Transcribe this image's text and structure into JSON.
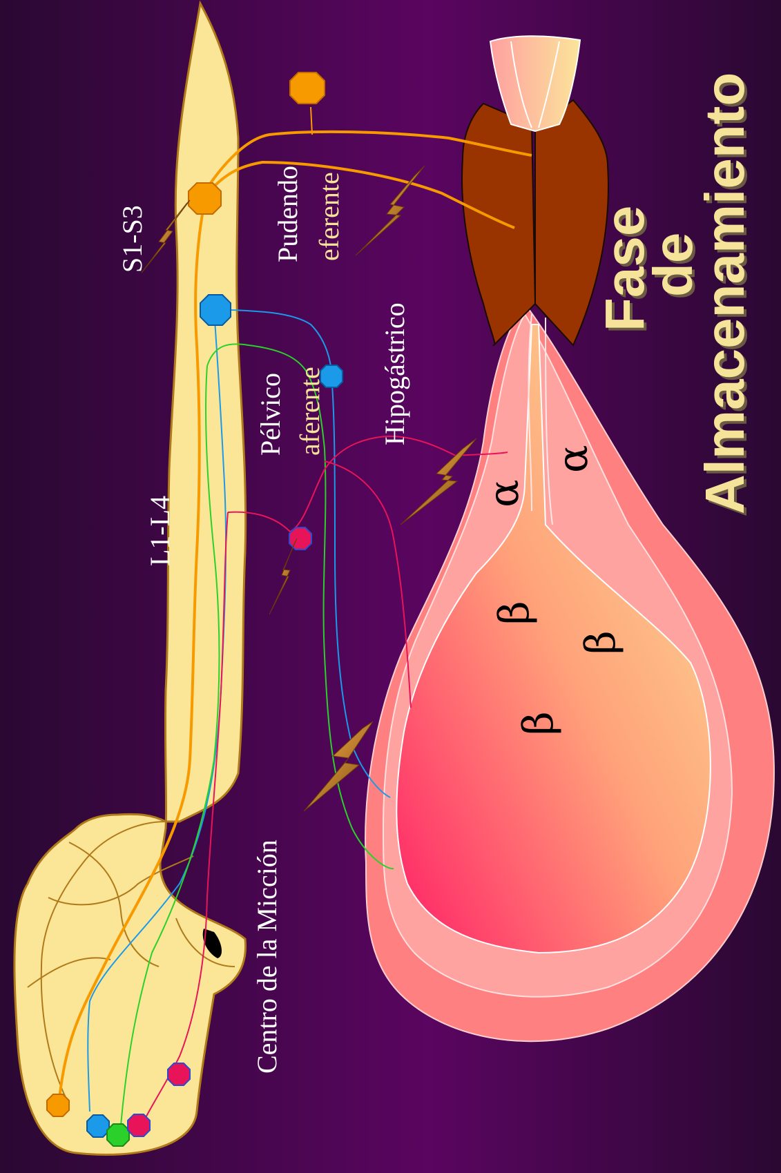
{
  "labels": {
    "s1_s3": "S1-S3",
    "l1_l4": "L1-L4",
    "pudendo": "Pudendo",
    "eferente": "eferente",
    "pelvico": "Pélvico",
    "aferente": "aferente",
    "hipogastrico": "Hipogástrico",
    "centro": "Centro de la Micción"
  },
  "receptors": {
    "alpha": "α",
    "beta": "β"
  },
  "title": {
    "line1": "Fase",
    "line2": "de",
    "line3": "Almacenamiento"
  },
  "colors": {
    "somatic": "#f79a00",
    "sympathetic": "#1a9ae8",
    "pelvic_afferent": "#2bd02b",
    "parasympathetic": "#e8145a",
    "spinal_cord": "#fbe597",
    "sphincter": "#993300",
    "bladder_outer": "#ff8a8a",
    "title": "#f6e39a"
  }
}
